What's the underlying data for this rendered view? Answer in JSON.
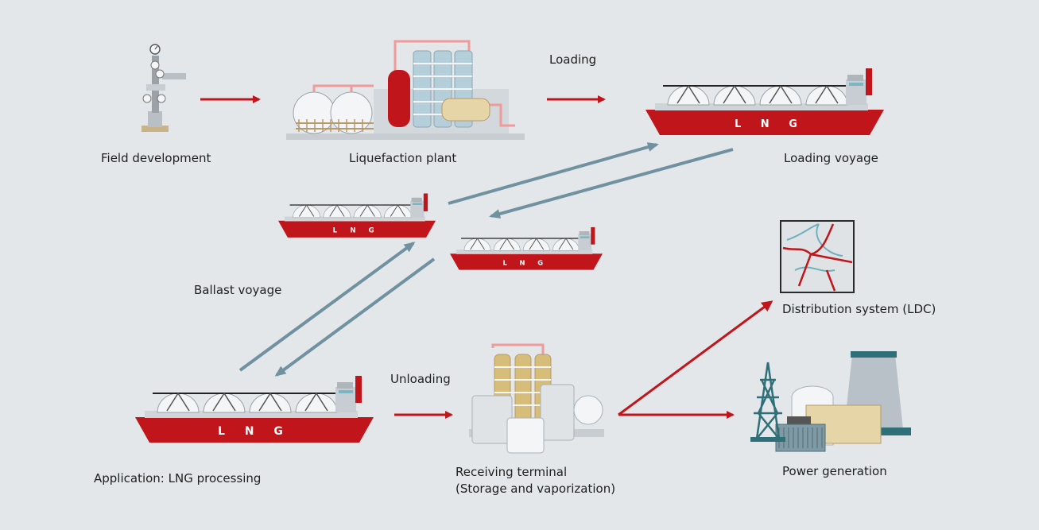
{
  "labels": {
    "field_development": "Field development",
    "liquefaction_plant": "Liquefaction plant",
    "loading": "Loading",
    "loading_voyage": "Loading voyage",
    "ballast_voyage": "Ballast voyage",
    "distribution_system": "Distribution system (LDC)",
    "unloading": "Unloading",
    "application": "Application: LNG processing",
    "receiving_terminal_line1": "Receiving terminal",
    "receiving_terminal_line2": "(Storage and vaporization)",
    "power_generation": "Power generation"
  },
  "ship_marking": "L N G",
  "colors": {
    "background": "#e3e7ea",
    "hull_red": "#c0161b",
    "flow_arrow_red": "#c0161b",
    "ballast_arrow_blue": "#6f91a0",
    "steel_gray": "#b8bec3",
    "teal": "#2f6f78",
    "sand": "#e6d5a6"
  },
  "icons": {
    "wellhead": "wellhead-icon",
    "plant": "liquefaction-plant-icon",
    "tanker": "lng-tanker-icon",
    "terminal": "receiving-terminal-icon",
    "map": "distribution-map-icon",
    "power": "power-plant-icon"
  }
}
